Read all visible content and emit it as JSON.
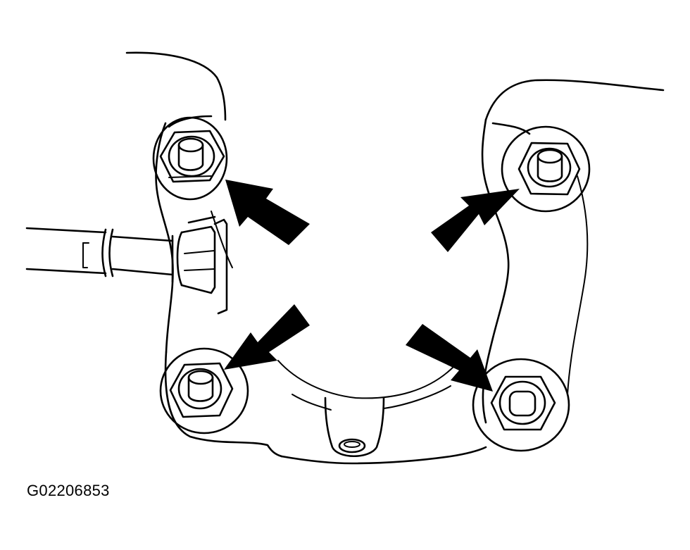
{
  "figure": {
    "id_label": "G02206853"
  },
  "colors": {
    "ink": "#000000",
    "paper": "#ffffff"
  },
  "callouts": [
    {
      "name": "arrow-upper-left",
      "points_to": "nut-upper-left"
    },
    {
      "name": "arrow-upper-right",
      "points_to": "nut-upper-right"
    },
    {
      "name": "arrow-lower-left",
      "points_to": "nut-lower-left"
    },
    {
      "name": "arrow-lower-right",
      "points_to": "nut-lower-right"
    }
  ]
}
